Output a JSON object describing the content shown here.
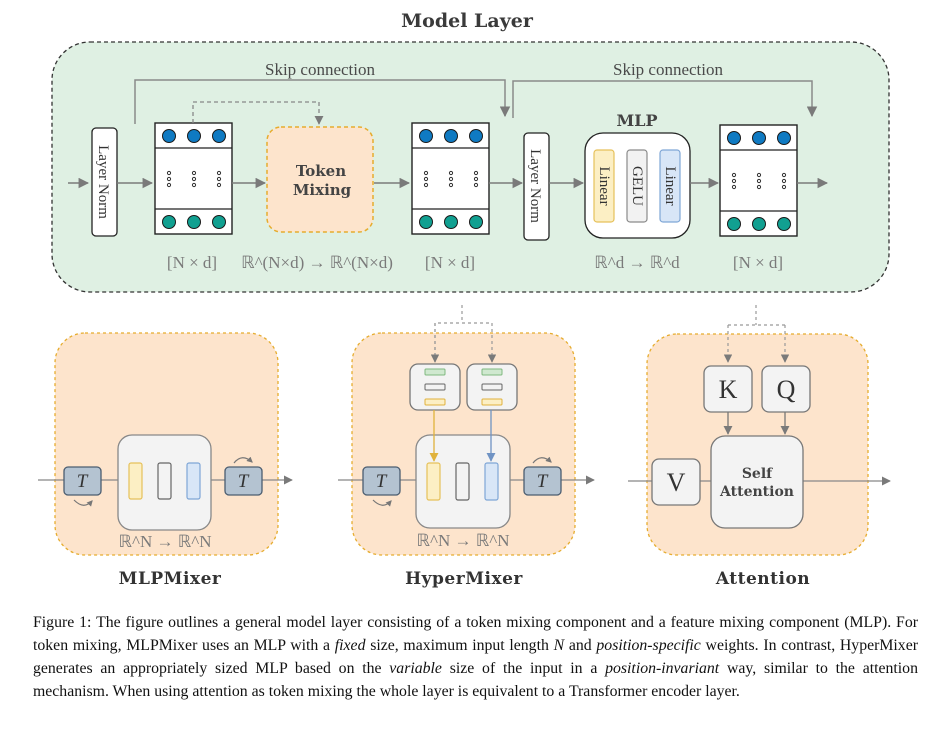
{
  "figure": {
    "model_layer": {
      "title": "Model Layer",
      "skip_connection_1": "Skip connection",
      "skip_connection_2": "Skip connection",
      "layer_norm_1": "Layer Norm",
      "layer_norm_2": "Layer Norm",
      "token_mixing_line1": "Token",
      "token_mixing_line2": "Mixing",
      "mlp_title": "MLP",
      "mlp_linear_1": "Linear",
      "mlp_gelu": "GELU",
      "mlp_linear_2": "Linear",
      "shape_label": "[N × d]",
      "token_mixing_map": "ℝ^(N×d) → ℝ^(N×d)",
      "mlp_map": "ℝ^d → ℝ^d",
      "token_matrix_rows": {
        "top_color": "#0f7ac2",
        "bottom_color": "#11a091",
        "dots": "⋮"
      }
    },
    "mlpmixer": {
      "title": "MLPMixer",
      "transpose_label": "T",
      "map": "ℝ^N → ℝ^N"
    },
    "hypermixer": {
      "title": "HyperMixer",
      "transpose_label": "T",
      "map": "ℝ^N → ℝ^N"
    },
    "attention": {
      "title": "Attention",
      "k_label": "K",
      "q_label": "Q",
      "v_label": "V",
      "self_attention_line1": "Self",
      "self_attention_line2": "Attention"
    },
    "colors": {
      "model_layer_bg": "#dff0e3",
      "mixer_bg": "#fde4cc",
      "mixer_border": "#e6ac2e",
      "linear_yellow_fill": "#fcefc4",
      "linear_yellow_stroke": "#e6c15a",
      "linear_blue_fill": "#d8e6f7",
      "linear_blue_stroke": "#7fa6d6",
      "gelu_fill": "#f2f2f2",
      "transpose_fill": "#b4c3d1",
      "transpose_stroke": "#4b5d70",
      "green_bar": "#cfe8cf",
      "arrow_gray": "#7a7a7a"
    }
  },
  "caption": {
    "label": "Figure 1:",
    "seg1": " The figure outlines a general model layer consisting of a token mixing component and a feature mixing component (MLP). For token mixing, MLPMixer uses an MLP with a ",
    "em1": "fixed",
    "seg2": " size, maximum input length ",
    "em_n": "N",
    "seg3": " and ",
    "em2": "position-specific",
    "seg4": " weights.  In contrast, HyperMixer generates an appropriately sized MLP based on the ",
    "em3": "variable",
    "seg5": " size of the input in a ",
    "em4": "position-invariant",
    "seg6": " way, similar to the attention mechanism.  When using attention as token mixing the whole layer is equivalent to a Transformer encoder layer."
  }
}
